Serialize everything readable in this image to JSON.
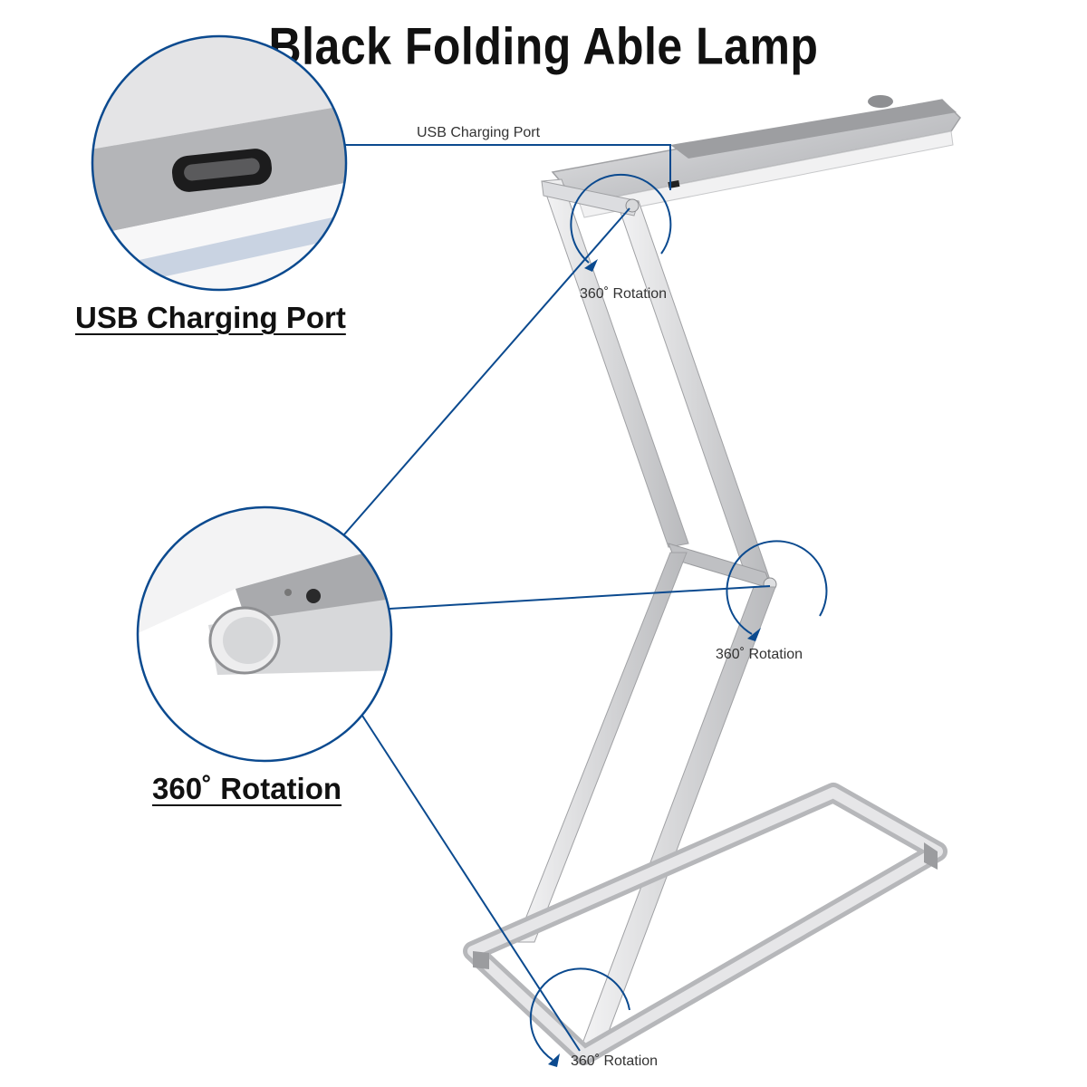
{
  "title": "Black Folding Able Lamp",
  "captions": {
    "usb": "USB Charging Port",
    "rotation": "360˚ Rotation"
  },
  "labels": {
    "usb_small": "USB Charging Port",
    "rotation_top": "360˚ Rotation",
    "rotation_mid": "360˚ Rotation",
    "rotation_bottom": "360˚ Rotation"
  },
  "colors": {
    "callout_line": "#0b4a8f",
    "lamp_silver": "#c9cacd",
    "lamp_dark": "#9fa0a3"
  }
}
